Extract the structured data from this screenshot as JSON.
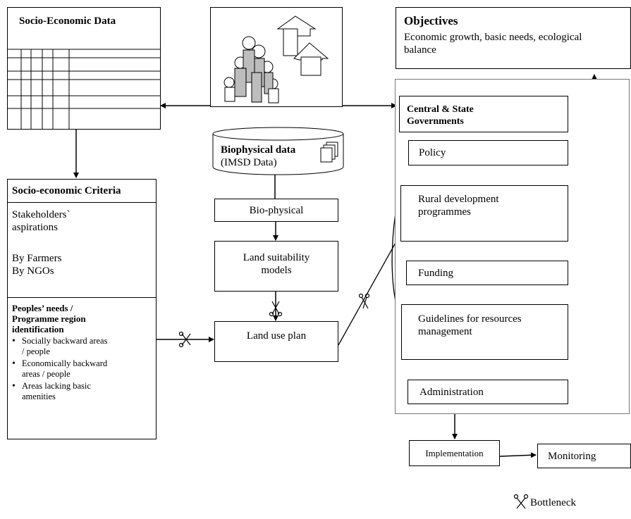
{
  "socio_economic_data": {
    "title": "Socio-Economic Data"
  },
  "objectives": {
    "title": "Objectives",
    "text": "Economic growth, basic needs, ecological balance"
  },
  "central_state": {
    "title_line1": "Central & State",
    "title_line2": "Governments"
  },
  "biophysical_data": {
    "title": "Biophysical data",
    "subtitle": "(IMSD Data)"
  },
  "socio_economic_criteria": {
    "title": "Socio-economic Criteria",
    "aspirations_line1": "Stakeholders`",
    "aspirations_line2": "aspirations",
    "by_farmers": "By Farmers",
    "by_ngos": "By NGOs",
    "needs_line1": "Peoples’ needs /",
    "needs_line2": "Programme region",
    "needs_line3": "identification",
    "bullets": [
      [
        "Socially backward areas",
        "/ people"
      ],
      [
        "Economically backward",
        "areas / people"
      ],
      [
        "Areas lacking basic",
        "amenities"
      ]
    ]
  },
  "center_flow": {
    "bio_physical": "Bio-physical",
    "land_suitability_line1": "Land suitability",
    "land_suitability_line2": "models",
    "land_use_plan": "Land use plan"
  },
  "government_flow": {
    "policy": "Policy",
    "rural_line1": "Rural development",
    "rural_line2": "programmes",
    "funding": "Funding",
    "guidelines_line1": "Guidelines for resources",
    "guidelines_line2": "management",
    "administration": "Administration"
  },
  "outputs": {
    "implementation": "Implementation",
    "monitoring": "Monitoring"
  },
  "legend": {
    "bottleneck": "Bottleneck"
  },
  "colors": {
    "line": "#000000",
    "figure_fill": "#bdbdbd"
  }
}
